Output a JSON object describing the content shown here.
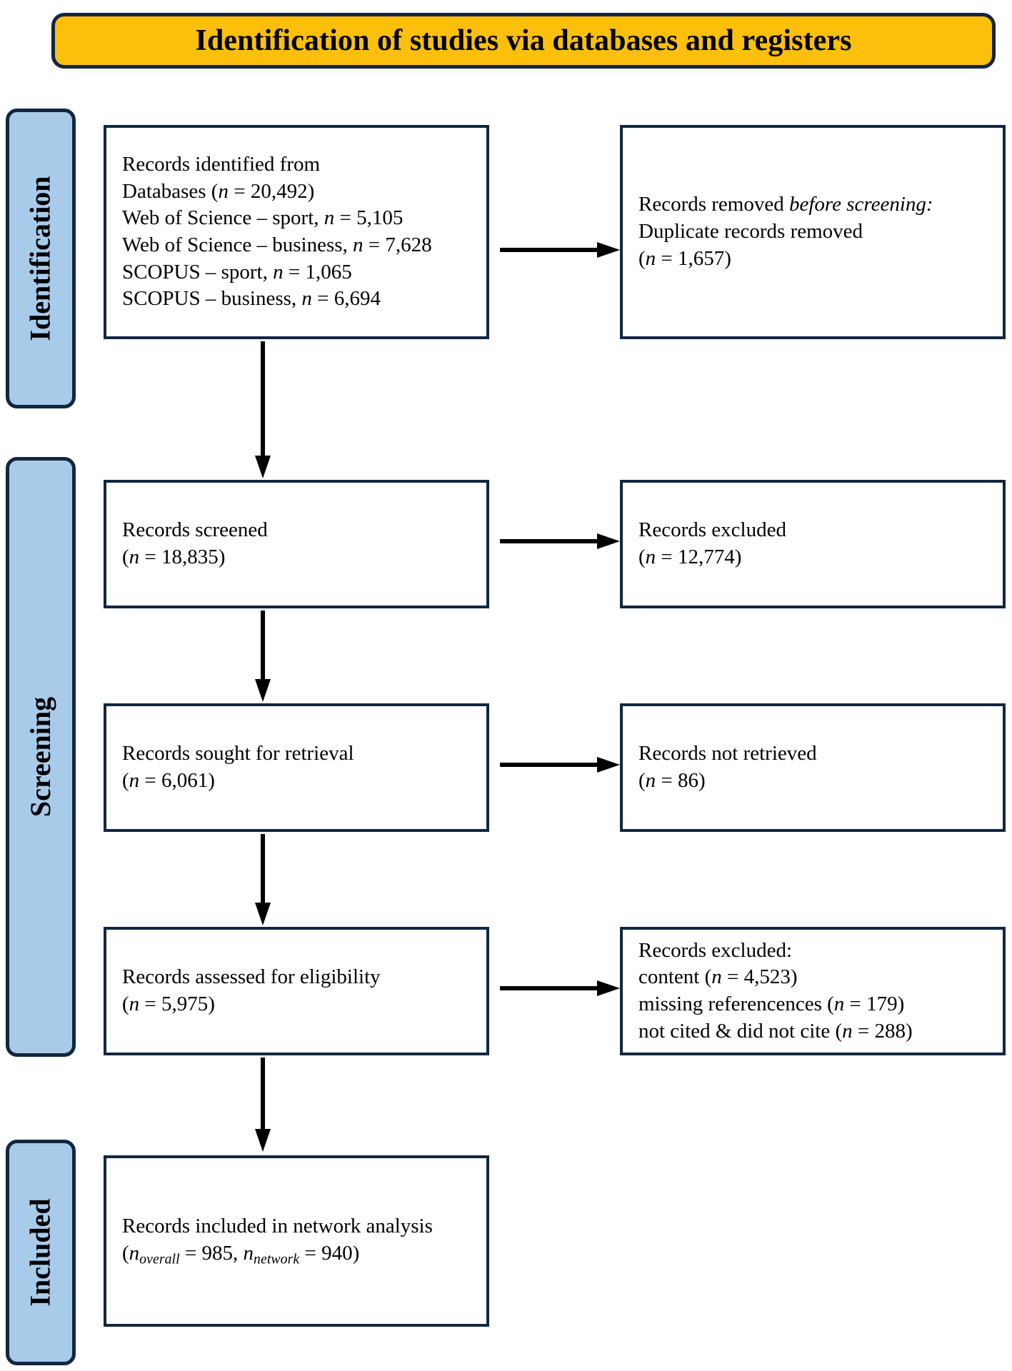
{
  "banner": {
    "title": "Identification of studies via databases and registers",
    "fill": "#FCC00C",
    "border": "#12263F"
  },
  "rails": {
    "fill": "#A8CBEA",
    "border": "#12263F",
    "items": [
      {
        "key": "identification",
        "label": "Identification"
      },
      {
        "key": "screening",
        "label": "Screening"
      },
      {
        "key": "included",
        "label": "Included"
      }
    ]
  },
  "boxes": {
    "identified": {
      "name": "records-identified",
      "lines": [
        "Records identified from",
        "Databases (n = 20,492)",
        "Web of Science – sport, n = 5,105",
        "Web of Science – business, n = 7,628",
        "SCOPUS – sport, n = 1,065",
        "SCOPUS – business, n = 6,694"
      ],
      "l0": "Records identified from",
      "l1_pre": "Databases (",
      "l1_n": "n",
      "l1_post": " = 20,492)",
      "l2_pre": "Web of Science – sport, ",
      "l2_n": "n",
      "l2_post": " = 5,105",
      "l3_pre": "Web of Science – business, ",
      "l3_n": "n",
      "l3_post": " = 7,628",
      "l4_pre": "SCOPUS – sport, ",
      "l4_n": "n",
      "l4_post": " = 1,065",
      "l5_pre": "SCOPUS – business, ",
      "l5_n": "n",
      "l5_post": " = 6,694"
    },
    "removed": {
      "name": "records-removed-before-screening",
      "l0_pre": "Records removed ",
      "l0_em": "before screening:",
      "l1": "Duplicate records removed",
      "l2_pre": "(",
      "l2_n": "n",
      "l2_post": " = 1,657)"
    },
    "screened": {
      "name": "records-screened",
      "l0": "Records screened",
      "l1_pre": "(",
      "l1_n": "n",
      "l1_post": " = 18,835)"
    },
    "excluded1": {
      "name": "records-excluded-screening",
      "l0": "Records excluded",
      "l1_pre": "(",
      "l1_n": "n",
      "l1_post": " = 12,774)"
    },
    "sought": {
      "name": "records-sought-for-retrieval",
      "l0": "Records sought for retrieval",
      "l1_pre": "(",
      "l1_n": "n",
      "l1_post": " = 6,061)"
    },
    "notretrieved": {
      "name": "records-not-retrieved",
      "l0": "Records not retrieved",
      "l1_pre": "(",
      "l1_n": "n",
      "l1_post": " = 86)"
    },
    "assessed": {
      "name": "records-assessed-for-eligibility",
      "l0": "Records assessed for eligibility",
      "l1_pre": "(",
      "l1_n": "n",
      "l1_post": " = 5,975)"
    },
    "excluded2": {
      "name": "records-excluded-eligibility",
      "l0": "Records excluded:",
      "l1_pre": "content (",
      "l1_n": "n",
      "l1_post": " = 4,523)",
      "l2_pre": "missing referencences (",
      "l2_n": "n",
      "l2_post": " = 179)",
      "l3_pre": "not cited & did not cite (",
      "l3_n": "n",
      "l3_post": " = 288)"
    },
    "included": {
      "name": "records-included-in-network-analysis",
      "l0": "Records included in network analysis",
      "l1_open": "(",
      "l1_n1": "n",
      "l1_sub1": "overall",
      "l1_mid": " = 985, ",
      "l1_n2": "n",
      "l1_sub2": "network",
      "l1_close": " = 940)"
    }
  },
  "arrows": {
    "color": "#000000",
    "down_count": 4,
    "right_count": 4
  }
}
